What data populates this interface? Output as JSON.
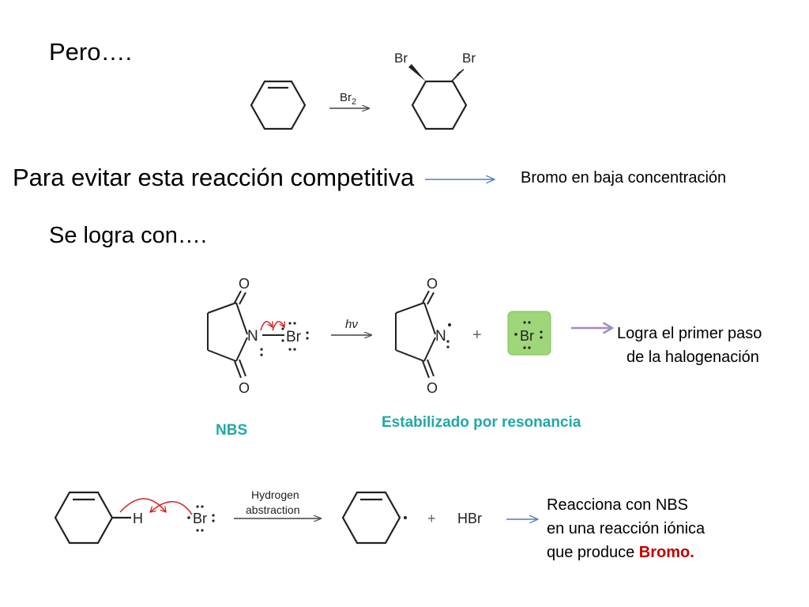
{
  "headings": {
    "pero": "Pero….",
    "para_evitar": "Para evitar esta reacción competitiva",
    "se_logra": "Se logra con…."
  },
  "notes": {
    "bromo_baja": "Bromo en baja concentración",
    "logra_line1": "Logra el primer paso",
    "logra_line2": "de la halogenación",
    "reacciona_line1": "Reacciona con NBS",
    "reacciona_line2": "en una reacción iónica",
    "reacciona_line3_prefix": "que produce ",
    "reacciona_line3_highlight": "Bromo."
  },
  "labels": {
    "nbs": "NBS",
    "estabilizado": "Estabilizado por resonancia"
  },
  "reaction1": {
    "reagent_symbol": "Br",
    "reagent_subscript": "2",
    "product_sub1": "Br",
    "product_sub2": "Br"
  },
  "reaction2": {
    "oxygen": "O",
    "nitrogen": "N",
    "bromine": "Br",
    "condition": "hν",
    "plus": "+"
  },
  "reaction3": {
    "hydrogen": "H",
    "bromine": "Br",
    "condition_line1": "Hydrogen",
    "condition_line2": "abstraction",
    "plus": "+",
    "hbr": "HBr"
  },
  "colors": {
    "accent_green": "#20a8a8",
    "highlight_red": "#c00000",
    "curved_arrow_red": "#d42020",
    "blue_arrow": "#4f7fbf",
    "purple_arrow": "#a08cc0",
    "radical_box": "#9fd67a"
  }
}
